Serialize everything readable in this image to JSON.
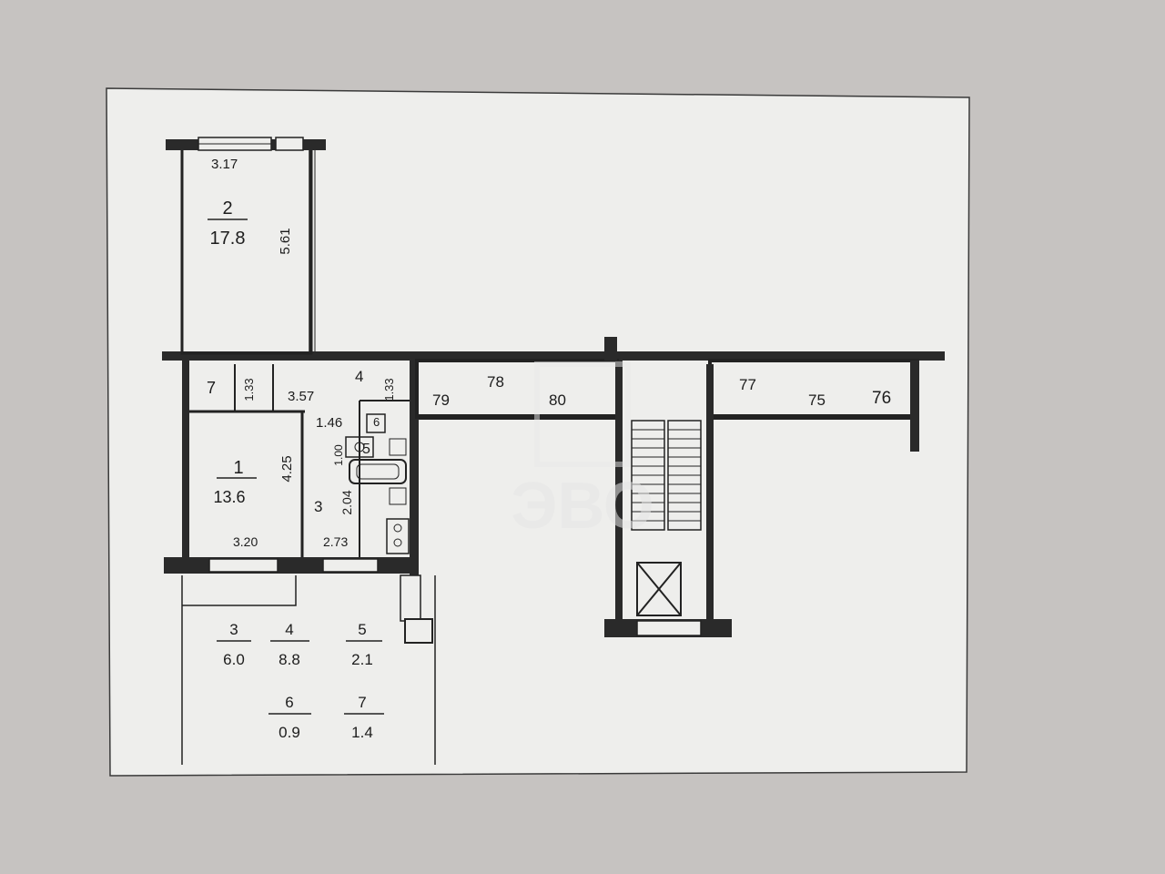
{
  "plan": {
    "room_2": {
      "number": "2",
      "area": "17.8",
      "width": "3.17",
      "length": "5.61"
    },
    "room_1": {
      "number": "1",
      "area": "13.6",
      "width": "3.20",
      "length": "4.25"
    },
    "room_3_label": "3",
    "room_4_label": "4",
    "room_5_label": "5",
    "room_6_label": "6",
    "room_7_label": "7",
    "dims": {
      "hall_width": "3.57",
      "hall_small_a": "1.33",
      "hall_small_b": "1.33",
      "bath_width": "1.46",
      "bath_small": "1.00",
      "kitchen_depth": "2.04",
      "kitchen_width": "2.73"
    },
    "neighbor_units": [
      "79",
      "78",
      "80",
      "77",
      "75",
      "76"
    ],
    "area_table": [
      {
        "num": "3",
        "area": "6.0"
      },
      {
        "num": "4",
        "area": "8.8"
      },
      {
        "num": "5",
        "area": "2.1"
      },
      {
        "num": "6",
        "area": "0.9"
      },
      {
        "num": "7",
        "area": "1.4"
      }
    ]
  },
  "watermark": {
    "text": "ЭВО"
  },
  "colors": {
    "paper": "#efefef",
    "ink": "#1c1c1c",
    "background": "#c6c3c1"
  }
}
